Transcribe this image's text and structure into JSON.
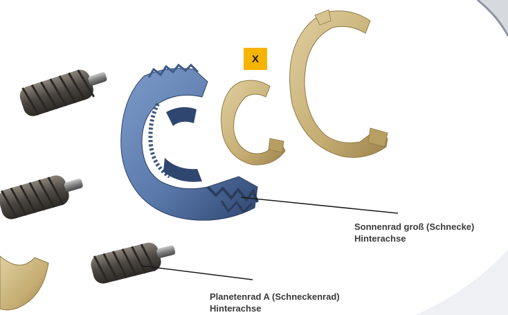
{
  "figure": {
    "marker_label": "X",
    "callouts": [
      {
        "line1": "Sonnenrad groß (Schnecke)",
        "line2": "Hinterachse"
      },
      {
        "line1": "Planetenrad A (Schneckenrad)",
        "line2": "Hinterachse"
      }
    ]
  },
  "colors": {
    "marker_bg": "#f4b400",
    "sun_gear": "#5f7fb2",
    "thrust_washer": "#c8b27a",
    "worm_gear": "#55504b",
    "label_text": "#3a3a3a"
  }
}
